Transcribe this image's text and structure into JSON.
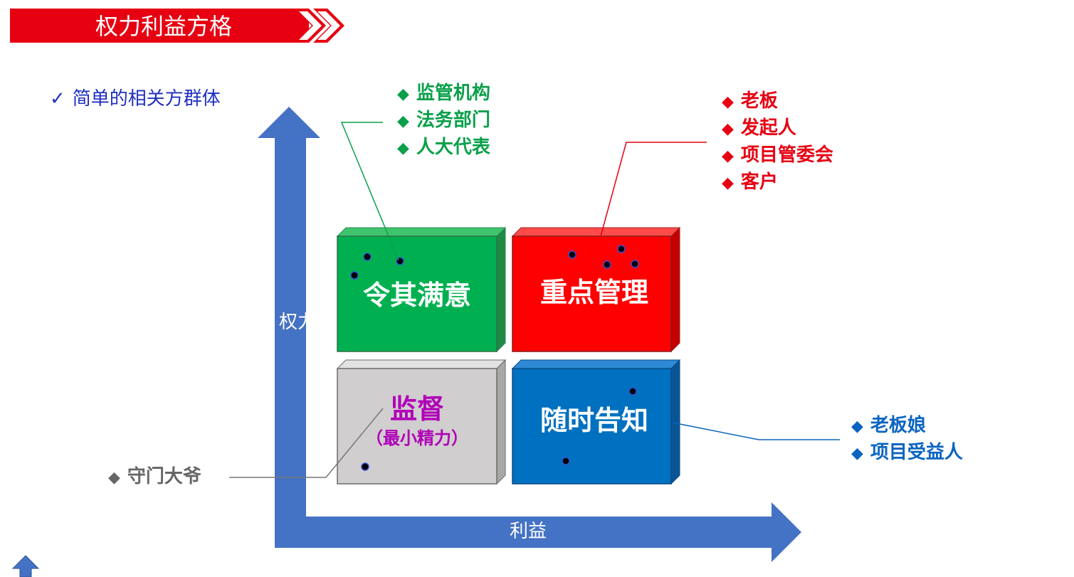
{
  "header": {
    "title": "权力利益方格"
  },
  "subtitle": {
    "check": "✓",
    "text": "简单的相关方群体"
  },
  "axes": {
    "y_label": "权力",
    "x_label": "利益"
  },
  "quadrants": {
    "keep_satisfied": {
      "label": "令其满意",
      "color": "#00b050"
    },
    "manage_closely": {
      "label": "重点管理",
      "color": "#ff0000"
    },
    "monitor": {
      "label": "监督",
      "sublabel": "（最小精力）",
      "color": "#d0cece"
    },
    "keep_informed": {
      "label": "随时告知",
      "color": "#0070c0"
    }
  },
  "groups": {
    "green": {
      "bullet": "◆",
      "items": [
        "监管机构",
        "法务部门",
        "人大代表"
      ],
      "color": "#0aa04a"
    },
    "red": {
      "bullet": "◆",
      "items": [
        "老板",
        "发起人",
        "项目管委会",
        "客户"
      ],
      "color": "#e60012"
    },
    "blue": {
      "bullet": "◆",
      "items": [
        "老板娘",
        "项目受益人"
      ],
      "color": "#0a64c0"
    },
    "gray": {
      "bullet": "◆",
      "items": [
        "守门大爷"
      ],
      "color": "#666666"
    }
  },
  "colors": {
    "axis": "#4472c4",
    "banner": "#e60012",
    "subtitle": "#1f2fbf"
  }
}
